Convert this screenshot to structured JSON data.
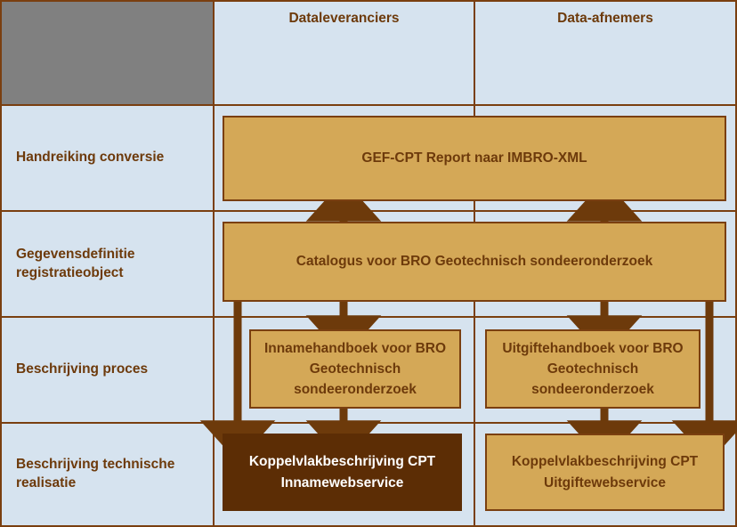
{
  "diagram": {
    "title_row_blank": "",
    "columns": [
      {
        "id": "dataleveranciers",
        "label": "Dataleveranciers"
      },
      {
        "id": "data-afnemers",
        "label": "Data-afnemers"
      }
    ],
    "rows": [
      {
        "id": "header",
        "label": ""
      },
      {
        "id": "handreiking-conversie",
        "label": "Handreiking conversie"
      },
      {
        "id": "gegevensdefinitie-registratieobject",
        "label": "Gegevensdefinitie registratieobject"
      },
      {
        "id": "beschrijving-proces",
        "label": "Beschrijving proces"
      },
      {
        "id": "beschrijving-technische-realisatie",
        "label": "Beschrijving technische realisatie"
      }
    ],
    "boxes": [
      {
        "id": "gef-cpt-report",
        "label": "GEF-CPT Report naar IMBRO-XML",
        "style": "tan"
      },
      {
        "id": "catalogus-bro",
        "label": "Catalogus voor BRO Geotechnisch sondeeronderzoek",
        "style": "tan"
      },
      {
        "id": "innamehandboek",
        "label": "Innamehandboek voor BRO Geotechnisch sondeeronderzoek",
        "style": "tan"
      },
      {
        "id": "uitgiftehandboek",
        "label": "Uitgiftehandboek voor BRO Geotechnisch sondeeronderzoek",
        "style": "tan"
      },
      {
        "id": "koppelvlak-inname",
        "label": "Koppelvlakbeschrijving CPT Innamewebservice",
        "style": "dark"
      },
      {
        "id": "koppelvlak-uitgifte",
        "label": "Koppelvlakbeschrijving CPT Uitgiftewebservice",
        "style": "tan"
      }
    ],
    "colors": {
      "grid_background": "#d6e3ef",
      "grid_border": "#7a3f10",
      "header_block": "#808080",
      "box_fill": "#d4a857",
      "box_highlight_fill": "#5c2d05",
      "text": "#6d3a0b",
      "text_inverse": "#ffffff",
      "arrow": "#6d3a0b"
    }
  }
}
